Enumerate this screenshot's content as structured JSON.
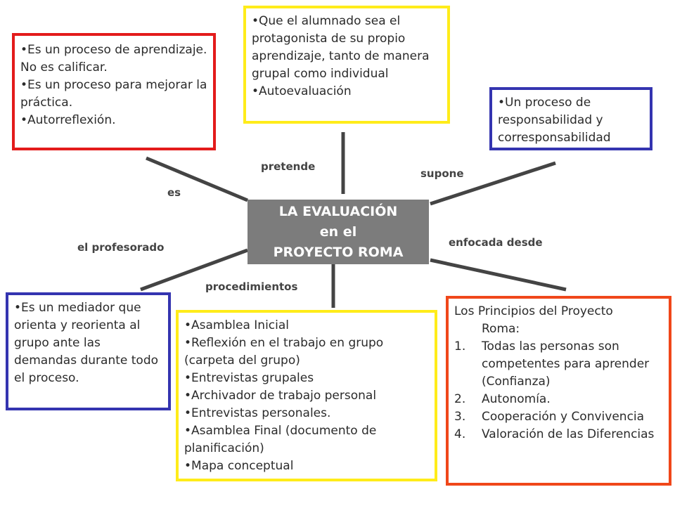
{
  "center": {
    "line1": "LA EVALUACIÓN",
    "line2": "en el",
    "line3": "PROYECTO ROMA"
  },
  "labels": {
    "es": "es",
    "pretende": "pretende",
    "supone": "supone",
    "el_profesorado": "el profesorado",
    "procedimientos": "procedimientos",
    "enfocada_desde": "enfocada desde"
  },
  "box_es": {
    "items": [
      "Es un proceso de aprendizaje. No es calificar.",
      "Es un proceso para mejorar la práctica.",
      "Autorreflexión."
    ]
  },
  "box_pretende": {
    "items": [
      "Que el alumnado sea el protagonista de su propio aprendizaje, tanto de manera grupal como individual",
      "Autoevaluación"
    ]
  },
  "box_supone": {
    "items": [
      "Un proceso de responsabilidad y corresponsabilidad"
    ]
  },
  "box_profesorado": {
    "items": [
      "Es un mediador que orienta y reorienta al grupo ante las demandas durante todo el proceso."
    ]
  },
  "box_procedimientos": {
    "items": [
      "Asamblea Inicial",
      "Reflexión en el trabajo en grupo (carpeta del grupo)",
      "Entrevistas grupales",
      "Archivador de trabajo personal",
      "Entrevistas personales.",
      "Asamblea Final (documento de planificación)",
      "Mapa conceptual"
    ]
  },
  "box_principios": {
    "header_line1": "Los Principios del Proyecto",
    "header_line2": "Roma:",
    "items": [
      {
        "num": "1.",
        "text": "Todas las personas son competentes para aprender (Confianza)"
      },
      {
        "num": "2.",
        "text": "Autonomía."
      },
      {
        "num": "3.",
        "text": "Cooperación y Convivencia"
      },
      {
        "num": "4.",
        "text": "Valoración de las Diferencias"
      }
    ]
  },
  "colors": {
    "red": "#e31b1b",
    "yellow": "#ffec1a",
    "blue": "#3434b0",
    "orange": "#f0471a",
    "center": "#7c7c7c",
    "connector": "#444444"
  }
}
